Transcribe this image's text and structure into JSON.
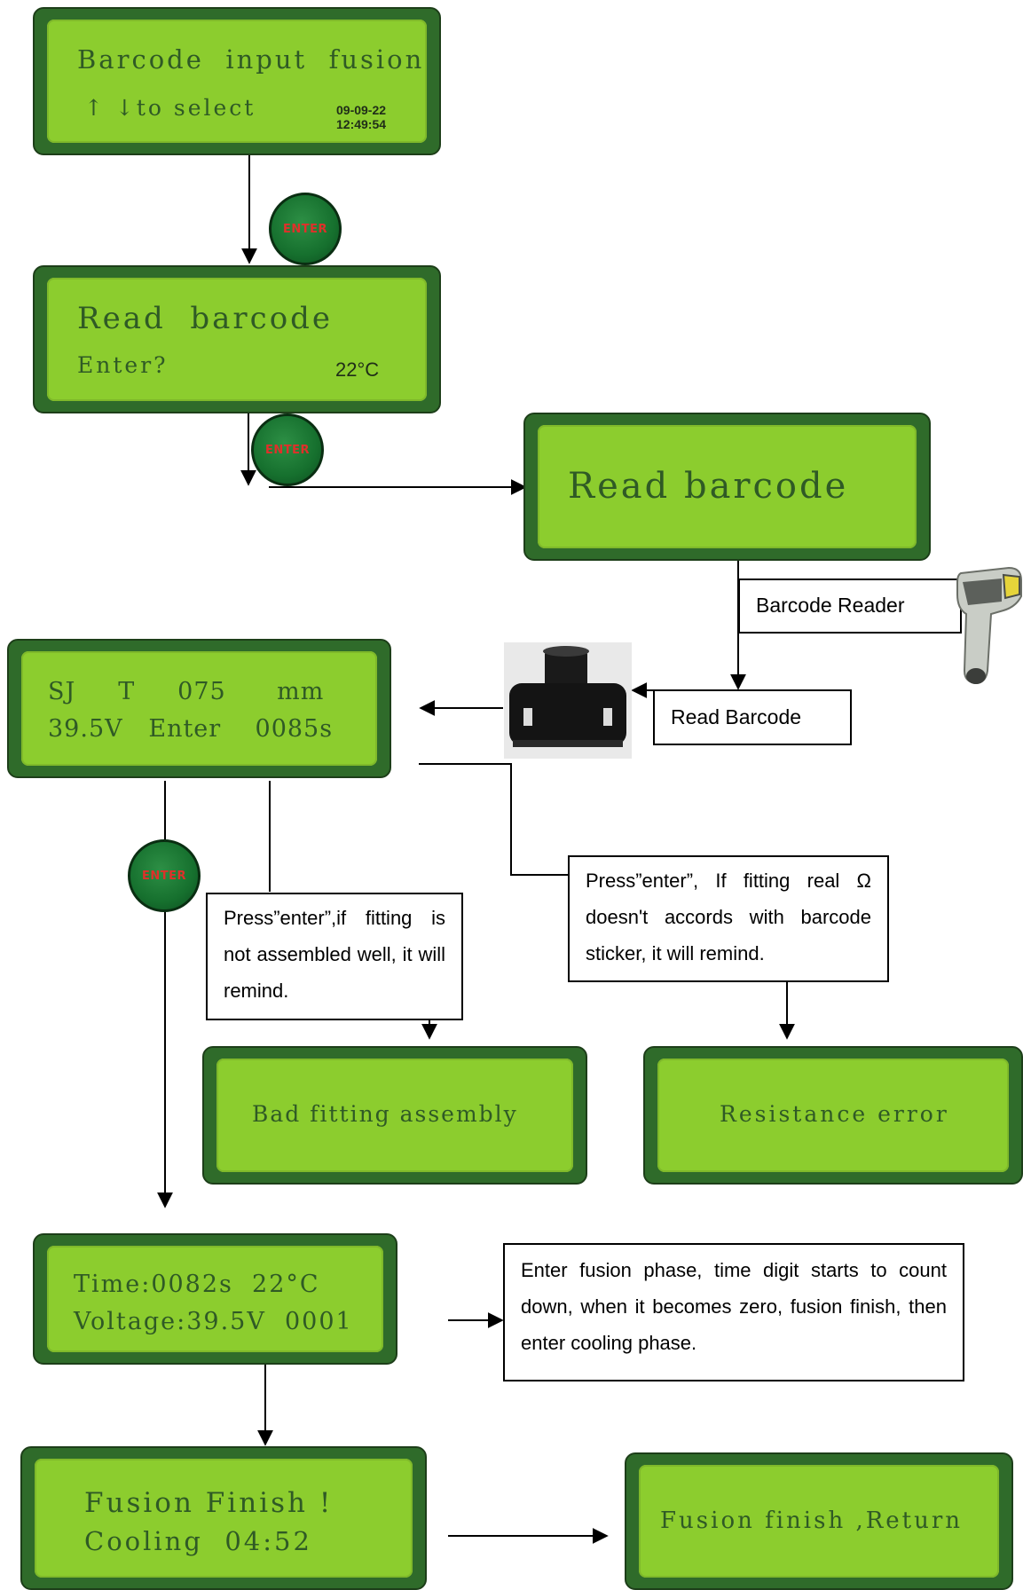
{
  "screens": {
    "s1": {
      "line1": "Barcode  input  fusion",
      "line2": "↑ ↓to select",
      "date": "09-09-22",
      "time": "12:49:54"
    },
    "s2": {
      "line1": "Read  barcode",
      "line2": "Enter?",
      "temp": "22°C"
    },
    "s3": {
      "line1": "Read barcode"
    },
    "s4": {
      "line1": "SJ     T     075      mm",
      "line2": "39.5V   Enter    0085s"
    },
    "s5": {
      "line1": "Bad fitting assembly"
    },
    "s6": {
      "line1": "Resistance error"
    },
    "s7": {
      "line1": "Time:0082s  22°C",
      "line2": "Voltage:39.5V  0001"
    },
    "s8": {
      "line1": "Fusion Finish !",
      "line2": "Cooling  04:52"
    },
    "s9": {
      "line1": "Fusion finish ,Return"
    }
  },
  "buttons": {
    "enter_label": "ENTER"
  },
  "notes": {
    "barcode_reader": "Barcode Reader",
    "read_barcode": "Read Barcode",
    "press_enter_assembly": "Press”enter”,if fitting is not assembled well, it will remind.",
    "press_enter_resistance": "Press”enter”, If fitting real Ω doesn't accords with barcode sticker, it will remind.",
    "fusion_phase": "Enter fusion phase, time digit starts to count down, when it becomes zero, fusion finish, then enter cooling phase."
  }
}
